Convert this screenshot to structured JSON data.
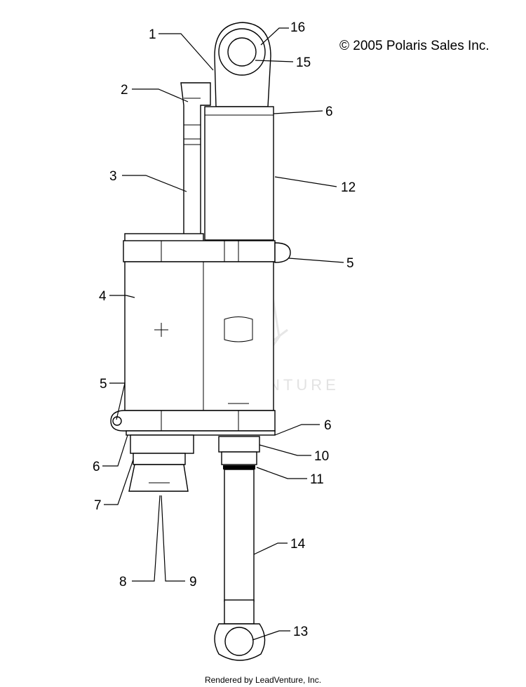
{
  "copyright": "© 2005 Polaris Sales Inc.",
  "footer": "Rendered by LeadVenture, Inc.",
  "watermark": "LEADVENTURE",
  "callouts": {
    "c1": "1",
    "c2": "2",
    "c3": "3",
    "c4": "4",
    "c5a": "5",
    "c5b": "5",
    "c6a": "6",
    "c6b": "6",
    "c6c": "6",
    "c7": "7",
    "c8": "8",
    "c9": "9",
    "c10": "10",
    "c11": "11",
    "c12": "12",
    "c13": "13",
    "c14": "14",
    "c15": "15",
    "c16": "16"
  }
}
